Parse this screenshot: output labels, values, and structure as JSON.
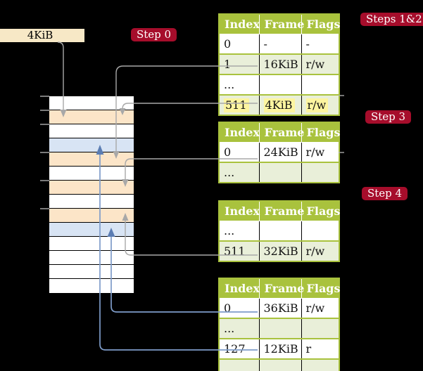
{
  "colors": {
    "background": "#000000",
    "table_header_green": "#a9c23d",
    "table_row_green": "#e9efd9",
    "stack_peach": "#fce5c8",
    "stack_blue": "#d8e4f4",
    "highlight_yellow": "#fdf5a0",
    "label_red": "#a60d2b",
    "connector_gray": "#a8a8a8",
    "connector_blue": "#6d8cbd",
    "box_cream": "#f7e8c6"
  },
  "frame_box": {
    "label": "4KiB"
  },
  "labels": {
    "step0": "Step 0",
    "steps12": "Steps 1&2",
    "step3": "Step 3",
    "step4": "Step 4"
  },
  "tables": [
    {
      "name": "page-table-steps-1-2",
      "headers": [
        "Index",
        "Frame",
        "Flags"
      ],
      "rows": [
        {
          "index": "0",
          "frame": "-",
          "flags": "-",
          "shaded": false,
          "highlighted": false
        },
        {
          "index": "1",
          "frame": "16KiB",
          "flags": "r/w",
          "shaded": true,
          "highlighted": false
        },
        {
          "index": "...",
          "frame": "",
          "flags": "",
          "shaded": false,
          "highlighted": false
        },
        {
          "index": "511",
          "frame": "4KiB",
          "flags": "r/w",
          "shaded": true,
          "highlighted": true
        }
      ]
    },
    {
      "name": "page-table-step-3",
      "headers": [
        "Index",
        "Frame",
        "Flags"
      ],
      "rows": [
        {
          "index": "0",
          "frame": "24KiB",
          "flags": "r/w",
          "shaded": false,
          "highlighted": false
        },
        {
          "index": "...",
          "frame": "",
          "flags": "",
          "shaded": true,
          "highlighted": false
        }
      ]
    },
    {
      "name": "page-table-step-4",
      "headers": [
        "Index",
        "Frame",
        "Flags"
      ],
      "rows": [
        {
          "index": "...",
          "frame": "",
          "flags": "",
          "shaded": false,
          "highlighted": false
        },
        {
          "index": "511",
          "frame": "32KiB",
          "flags": "r/w",
          "shaded": true,
          "highlighted": false
        }
      ]
    },
    {
      "name": "page-table-last-level",
      "headers": [
        "Index",
        "Frame",
        "Flags"
      ],
      "rows": [
        {
          "index": "0",
          "frame": "36KiB",
          "flags": "r/w",
          "shaded": false,
          "highlighted": false
        },
        {
          "index": "...",
          "frame": "",
          "flags": "",
          "shaded": true,
          "highlighted": false
        },
        {
          "index": "127",
          "frame": "12KiB",
          "flags": "r",
          "shaded": false,
          "highlighted": false
        },
        {
          "index": "...",
          "frame": "",
          "flags": "",
          "shaded": true,
          "highlighted": false
        }
      ]
    }
  ],
  "memory_stack": {
    "rows": [
      "white",
      "peach",
      "white",
      "blue",
      "peach",
      "white",
      "peach",
      "white",
      "peach",
      "blue",
      "white",
      "white",
      "white",
      "white"
    ]
  }
}
